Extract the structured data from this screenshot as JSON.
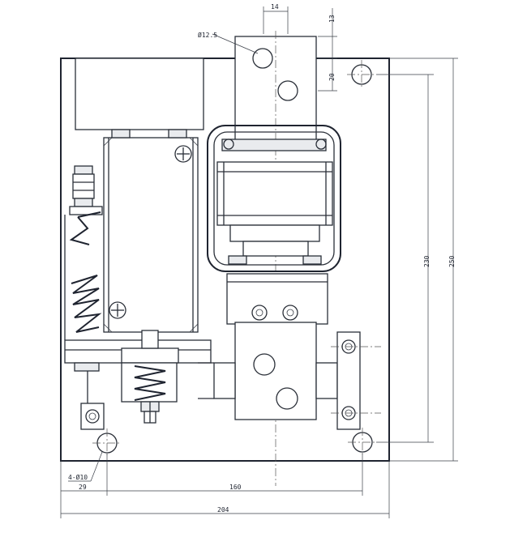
{
  "dimensions": {
    "d14": "14",
    "d13": "13",
    "d12_5": "Ø12.5",
    "d20": "20",
    "d230": "230",
    "d250": "250",
    "holes": "4-Ø10",
    "d29": "29",
    "d160": "160",
    "d204": "204"
  }
}
